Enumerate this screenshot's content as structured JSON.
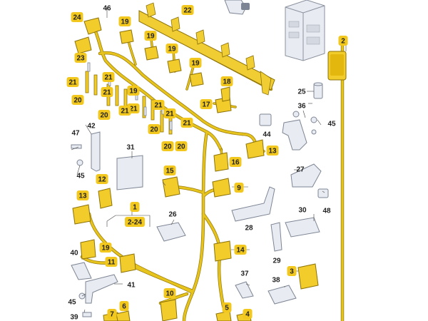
{
  "colors": {
    "harness": "#e3c21a",
    "harness_dark": "#b8950d",
    "part_fill": "#e9ecf2",
    "part_stroke": "#7d8594",
    "yellow_part": "#f2cc2a",
    "badge": "#f2c81e",
    "text": "#222222"
  },
  "callouts": [
    {
      "id": "c-46",
      "label": "46",
      "badge": false
    },
    {
      "id": "c-24",
      "label": "24",
      "badge": true
    },
    {
      "id": "c-19a",
      "label": "19",
      "badge": true
    },
    {
      "id": "c-22",
      "label": "22",
      "badge": true
    },
    {
      "id": "c-2",
      "label": "2",
      "badge": true
    },
    {
      "id": "c-19b",
      "label": "19",
      "badge": true
    },
    {
      "id": "c-19c",
      "label": "19",
      "badge": true
    },
    {
      "id": "c-23",
      "label": "23",
      "badge": true
    },
    {
      "id": "c-19d",
      "label": "19",
      "badge": true
    },
    {
      "id": "c-21a",
      "label": "21",
      "badge": true
    },
    {
      "id": "c-21b",
      "label": "21",
      "badge": true
    },
    {
      "id": "c-19e",
      "label": "19",
      "badge": true
    },
    {
      "id": "c-21c",
      "label": "21",
      "badge": true
    },
    {
      "id": "c-18",
      "label": "18",
      "badge": true
    },
    {
      "id": "c-21d",
      "label": "21",
      "badge": true
    },
    {
      "id": "c-20a",
      "label": "20",
      "badge": true
    },
    {
      "id": "c-21e",
      "label": "21",
      "badge": true
    },
    {
      "id": "c-25",
      "label": "25",
      "badge": false
    },
    {
      "id": "c-20b",
      "label": "20",
      "badge": true
    },
    {
      "id": "c-21f",
      "label": "21",
      "badge": true
    },
    {
      "id": "c-17",
      "label": "17",
      "badge": true
    },
    {
      "id": "c-21g",
      "label": "21",
      "badge": true
    },
    {
      "id": "c-36",
      "label": "36",
      "badge": false
    },
    {
      "id": "c-20c",
      "label": "20",
      "badge": true
    },
    {
      "id": "c-21h",
      "label": "21",
      "badge": true
    },
    {
      "id": "c-45a",
      "label": "45",
      "badge": false
    },
    {
      "id": "c-44",
      "label": "44",
      "badge": false
    },
    {
      "id": "c-47",
      "label": "47",
      "badge": false
    },
    {
      "id": "c-42",
      "label": "42",
      "badge": false
    },
    {
      "id": "c-20d",
      "label": "20",
      "badge": true
    },
    {
      "id": "c-20e",
      "label": "20",
      "badge": true
    },
    {
      "id": "c-13a",
      "label": "13",
      "badge": true
    },
    {
      "id": "c-31",
      "label": "31",
      "badge": false
    },
    {
      "id": "c-16",
      "label": "16",
      "badge": true
    },
    {
      "id": "c-45b",
      "label": "45",
      "badge": false
    },
    {
      "id": "c-27",
      "label": "27",
      "badge": false
    },
    {
      "id": "c-15",
      "label": "15",
      "badge": true
    },
    {
      "id": "c-12",
      "label": "12",
      "badge": true
    },
    {
      "id": "c-9",
      "label": "9",
      "badge": true
    },
    {
      "id": "c-13b",
      "label": "13",
      "badge": true
    },
    {
      "id": "c-48",
      "label": "48",
      "badge": false
    },
    {
      "id": "c-1",
      "label": "1",
      "badge": true
    },
    {
      "id": "c-2-24",
      "label": "2-24",
      "badge": true
    },
    {
      "id": "c-26",
      "label": "26",
      "badge": false
    },
    {
      "id": "c-30",
      "label": "30",
      "badge": false
    },
    {
      "id": "c-28",
      "label": "28",
      "badge": false
    },
    {
      "id": "c-14",
      "label": "14",
      "badge": true
    },
    {
      "id": "c-40",
      "label": "40",
      "badge": false
    },
    {
      "id": "c-19f",
      "label": "19",
      "badge": true
    },
    {
      "id": "c-29",
      "label": "29",
      "badge": false
    },
    {
      "id": "c-11",
      "label": "11",
      "badge": true
    },
    {
      "id": "c-3",
      "label": "3",
      "badge": true
    },
    {
      "id": "c-37",
      "label": "37",
      "badge": false
    },
    {
      "id": "c-41",
      "label": "41",
      "badge": false
    },
    {
      "id": "c-38",
      "label": "38",
      "badge": false
    },
    {
      "id": "c-10",
      "label": "10",
      "badge": true
    },
    {
      "id": "c-45c",
      "label": "45",
      "badge": false
    },
    {
      "id": "c-7",
      "label": "7",
      "badge": true
    },
    {
      "id": "c-6",
      "label": "6",
      "badge": true
    },
    {
      "id": "c-5",
      "label": "5",
      "badge": true
    },
    {
      "id": "c-4",
      "label": "4",
      "badge": true
    },
    {
      "id": "c-39",
      "label": "39",
      "badge": false
    }
  ]
}
